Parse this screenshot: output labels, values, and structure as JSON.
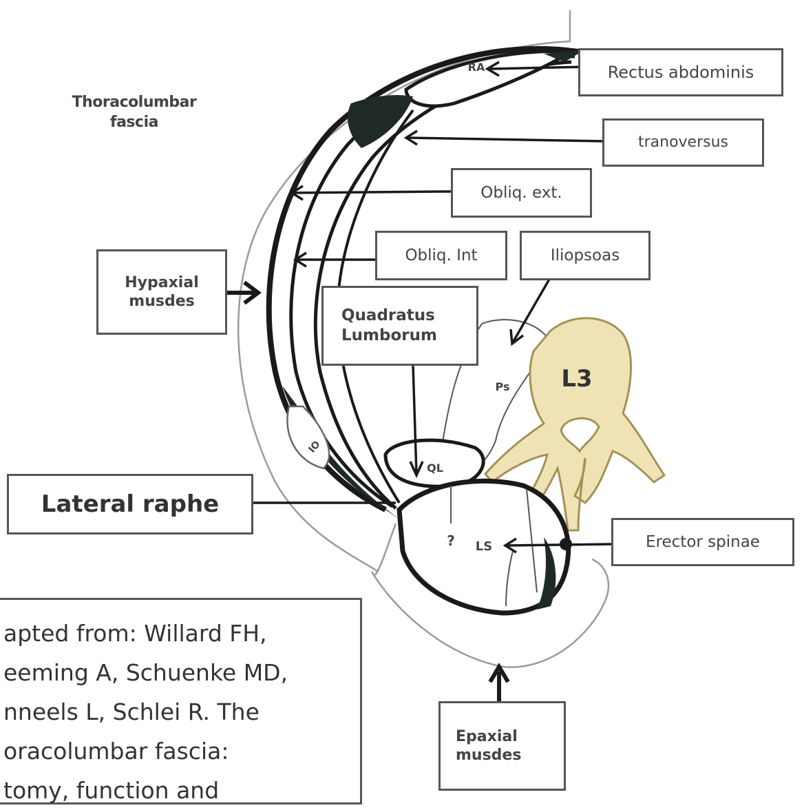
{
  "title": "Thoracolumbar\nfascia",
  "labels": {
    "rectus_abdominis": "Rectus abdominis",
    "transversus": "tranoversus",
    "oblique_external": "Obliq. ext.",
    "oblique_internal": "Obliq. Int",
    "iliopsoas": "Iliopsoas",
    "hypaxial_muscles": "Hypaxial\nmusdes",
    "quadratus_lumborum": "Quadratus\nLumborum",
    "lateral_raphe": "Lateral raphe",
    "erector_spinae": "Erector spinae",
    "epaxial_muscles": "Epaxial\nmusdes",
    "vertebra": "L3"
  },
  "inner_marks": {
    "ra": "RA",
    "ps": "Ps",
    "ql": "QL",
    "ls": "LS",
    "io": "IO",
    "question": "?"
  },
  "caption": "apted from: Willard FH,\neeming A, Schuenke MD,\nnneels L, Schlei R. The\noracolumbar fascia:\ntomy, function and",
  "colors": {
    "fascia": "#1a1a1a",
    "dark_fill": "#1f2a28",
    "vertebra_fill": "#efe3b6",
    "vertebra_stroke": "#a39254",
    "outline": "#888888"
  }
}
